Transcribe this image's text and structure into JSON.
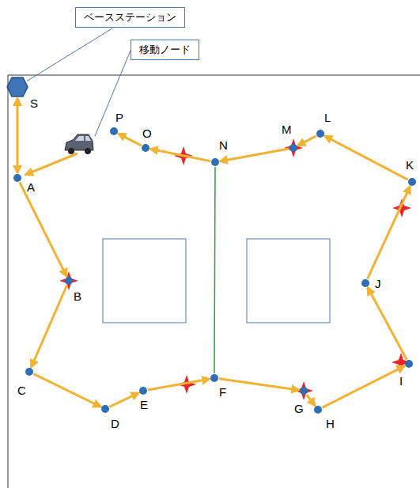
{
  "diagram": {
    "nodes": [
      {
        "text": [
          "ベースステーション"
        ]
      },
      {
        "text": [
          "移動ノード"
        ]
      },
      {
        "text": [
          "S"
        ]
      },
      {
        "text": [
          "A"
        ]
      },
      {
        "text": [
          "B"
        ]
      },
      {
        "text": [
          "C"
        ]
      },
      {
        "text": [
          "D"
        ]
      },
      {
        "text": [
          "E"
        ]
      },
      {
        "text": [
          "F"
        ]
      },
      {
        "text": [
          "G"
        ]
      },
      {
        "text": [
          "H"
        ]
      },
      {
        "text": [
          "I"
        ]
      },
      {
        "text": [
          "J"
        ]
      },
      {
        "text": [
          "K"
        ]
      },
      {
        "text": [
          "L"
        ]
      },
      {
        "text": [
          "M"
        ]
      },
      {
        "text": [
          "N"
        ]
      },
      {
        "text": [
          "O"
        ]
      },
      {
        "text": [
          "P"
        ]
      }
    ],
    "edges": [
      {
        "from": 0,
        "to": 2,
        "arrow": "none"
      },
      {
        "from": 2,
        "to": 3,
        "arrow": "both"
      },
      {
        "from": 3,
        "to": 4,
        "arrow": "to"
      },
      {
        "from": 4,
        "to": 5,
        "arrow": "to"
      },
      {
        "from": 5,
        "to": 6,
        "arrow": "to"
      },
      {
        "from": 6,
        "to": 7,
        "arrow": "to"
      },
      {
        "from": 7,
        "to": 8,
        "arrow": "to"
      },
      {
        "from": 8,
        "to": 9,
        "arrow": "to"
      },
      {
        "from": 9,
        "to": 10,
        "arrow": "to"
      },
      {
        "from": 10,
        "to": 11,
        "arrow": "to"
      },
      {
        "from": 11,
        "to": 12,
        "arrow": "to"
      },
      {
        "from": 12,
        "to": 13,
        "arrow": "to"
      },
      {
        "from": 13,
        "to": 14,
        "arrow": "to"
      },
      {
        "from": 14,
        "to": 15,
        "arrow": "to"
      },
      {
        "from": 15,
        "to": 16,
        "arrow": "to"
      },
      {
        "from": 16,
        "to": 17,
        "arrow": "to"
      },
      {
        "from": 17,
        "to": 18,
        "arrow": "to"
      },
      {
        "from": 16,
        "to": 8,
        "arrow": "none"
      }
    ]
  }
}
